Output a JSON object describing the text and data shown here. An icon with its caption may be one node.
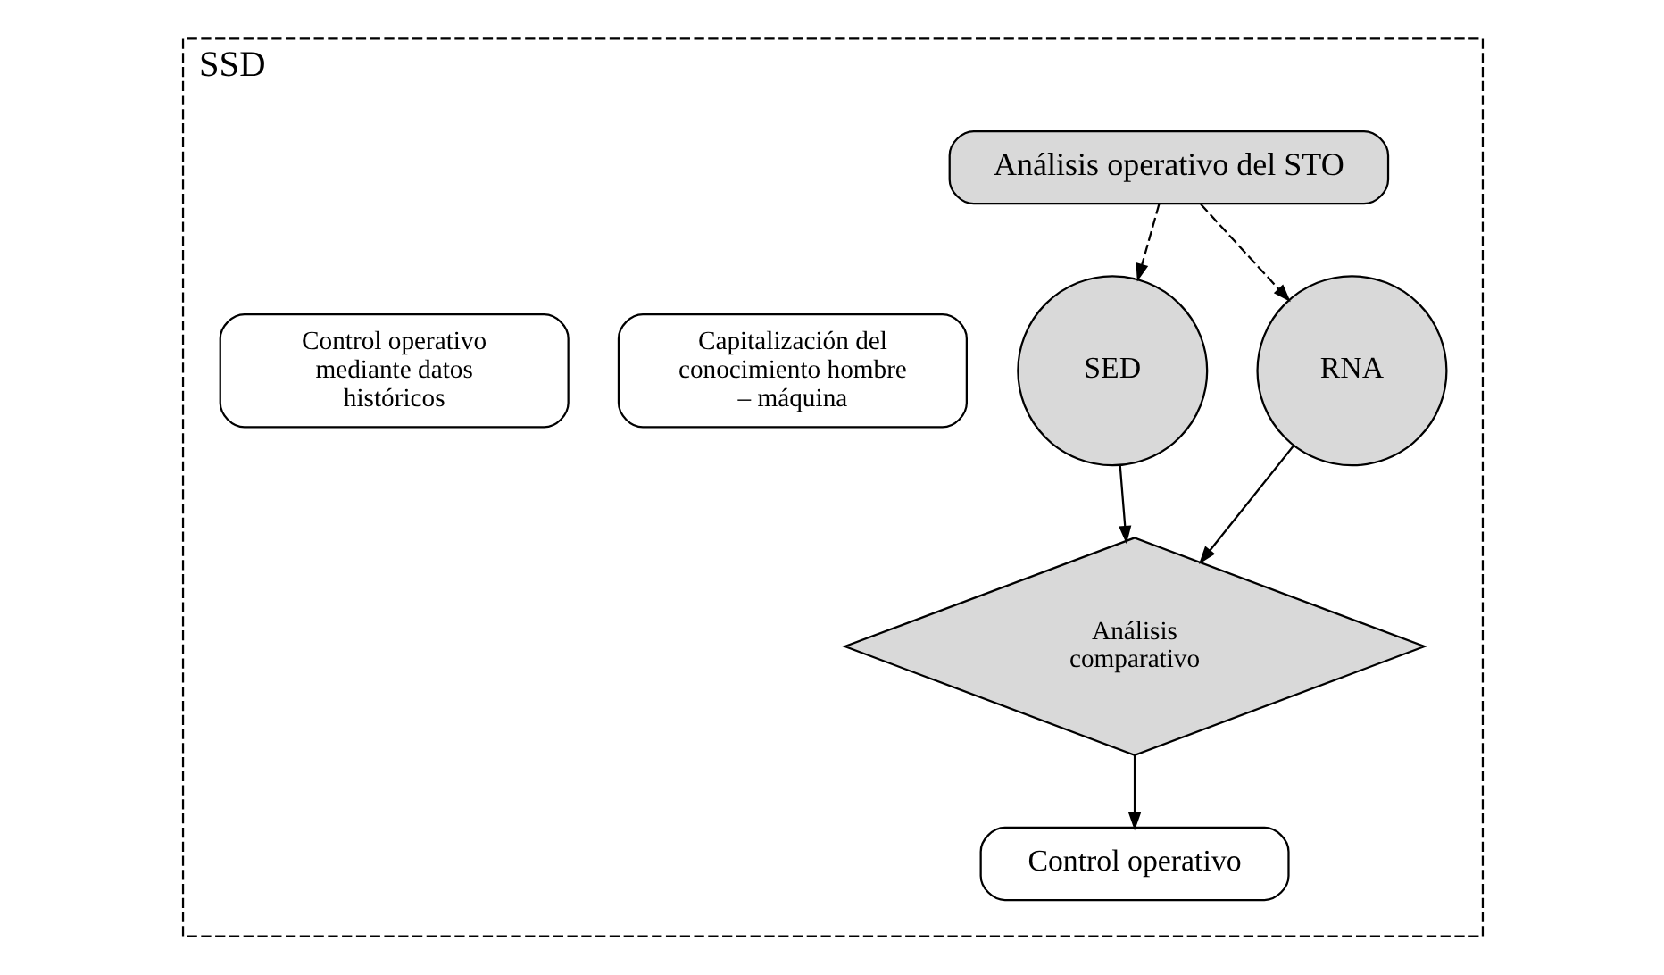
{
  "diagram": {
    "nodes": [
      {
        "text": [
          "SSD"
        ]
      },
      {
        "text": [
          "Análisis operativo del STO"
        ],
        "in": 0
      },
      {
        "text": [
          "Capitalización del conocimiento hombre – máquina"
        ],
        "in": 0
      },
      {
        "text": [
          "SED"
        ],
        "in": 0
      },
      {
        "text": [
          "RNA"
        ],
        "in": 0
      },
      {
        "text": [
          "Control operativo mediante datos históricos"
        ],
        "in": 0
      },
      {
        "text": [
          "Análisis comparativo"
        ],
        "in": 0
      },
      {
        "text": [
          "Control operativo"
        ],
        "in": 0
      }
    ],
    "edges": [
      {
        "from": 1,
        "to": 3,
        "arrow": "to",
        "style": "dashed"
      },
      {
        "from": 1,
        "to": 4,
        "arrow": "to",
        "style": "dashed"
      },
      {
        "from": 3,
        "to": 6,
        "arrow": "to"
      },
      {
        "from": 4,
        "to": 6,
        "arrow": "to"
      },
      {
        "from": 6,
        "to": 7,
        "arrow": "to"
      }
    ]
  }
}
